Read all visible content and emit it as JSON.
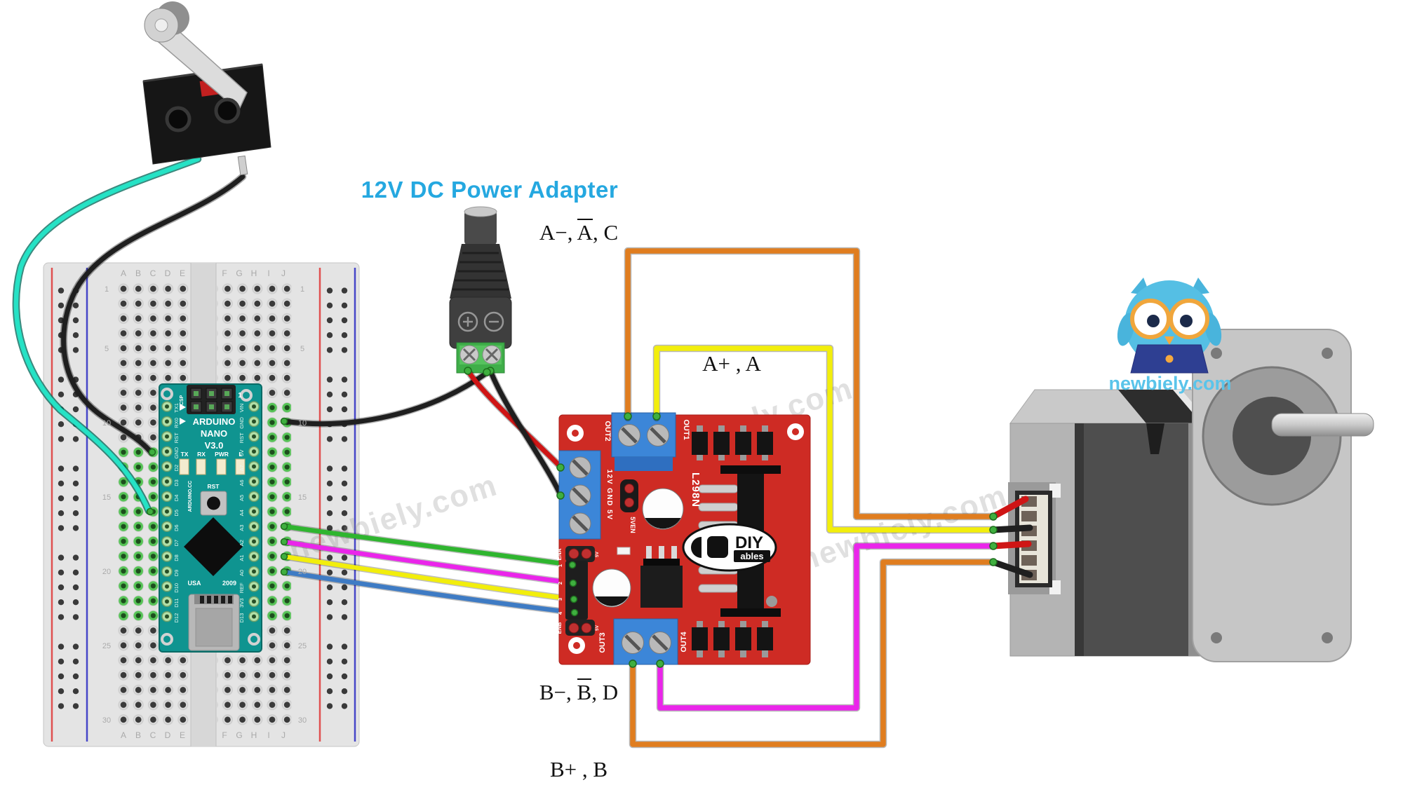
{
  "title": {
    "power_adapter": "12V DC Power Adapter"
  },
  "watermark": {
    "text": "newbiely.com"
  },
  "logo": {
    "site": "newbiely.com"
  },
  "wire_labels": {
    "a_minus": {
      "pre": "A−, ",
      "bar": "A",
      "post": ", C"
    },
    "a_plus": {
      "pre": "A+ , A",
      "bar": "",
      "post": ""
    },
    "b_minus": {
      "pre": "B−, ",
      "bar": "B",
      "post": ", D"
    },
    "b_plus": {
      "pre": "B+ , B",
      "bar": "",
      "post": ""
    }
  },
  "breadboard": {
    "column_letters": [
      "A",
      "B",
      "C",
      "D",
      "E",
      "F",
      "G",
      "H",
      "I",
      "J"
    ],
    "row_numbers": [
      "1",
      "5",
      "10",
      "15",
      "20",
      "25",
      "30"
    ]
  },
  "arduino": {
    "title_lines": [
      "ARDUINO",
      "NANO",
      "V3.0"
    ],
    "icsp": "ICSP",
    "pin1_marker": "1",
    "leds": [
      "TX",
      "RX",
      "PWR",
      "L"
    ],
    "brand": "ARDUINO.CC",
    "reset": "RST",
    "usa": "USA",
    "year": "2009",
    "left_pins": [
      "TX1",
      "RX0",
      "RST",
      "GND",
      "D2",
      "D3",
      "D4",
      "D5",
      "D6",
      "D7",
      "D8",
      "D9",
      "D10",
      "D11",
      "D12"
    ],
    "right_pins": [
      "VIN",
      "GND",
      "RST",
      "5V",
      "A7",
      "A6",
      "A5",
      "A4",
      "A3",
      "A2",
      "A1",
      "A0",
      "REF",
      "3V3",
      "D13"
    ]
  },
  "driver": {
    "chip": "L298N",
    "labels": {
      "out1": "OUT1",
      "out2": "OUT2",
      "out3": "OUT3",
      "out4": "OUT4",
      "power": "12V GND 5V",
      "jumper": "5VEN",
      "ena": "ENA",
      "enb": "ENB",
      "in1": "1",
      "in2": "2",
      "in3": "3",
      "in4": "4",
      "fv1": "5V",
      "fv2": "5V"
    },
    "logo_brand": "DIY",
    "logo_sub": "ables"
  },
  "colors": {
    "accent_title": "#25a8e0",
    "logo_cyan": "#5ac4ea",
    "board_red": "#ce2b24",
    "terminal_blue": "#3c86d8",
    "nano_teal": "#0f9490",
    "wire_cyan": "#25e2c5",
    "wire_black": "#1f1f1f",
    "wire_red": "#cf1515",
    "wire_orange": "#e07d1f",
    "wire_yellow": "#f2ee0c",
    "wire_magenta": "#ea25ea",
    "wire_green": "#2fb52f",
    "wire_blue": "#3e7bc4"
  }
}
